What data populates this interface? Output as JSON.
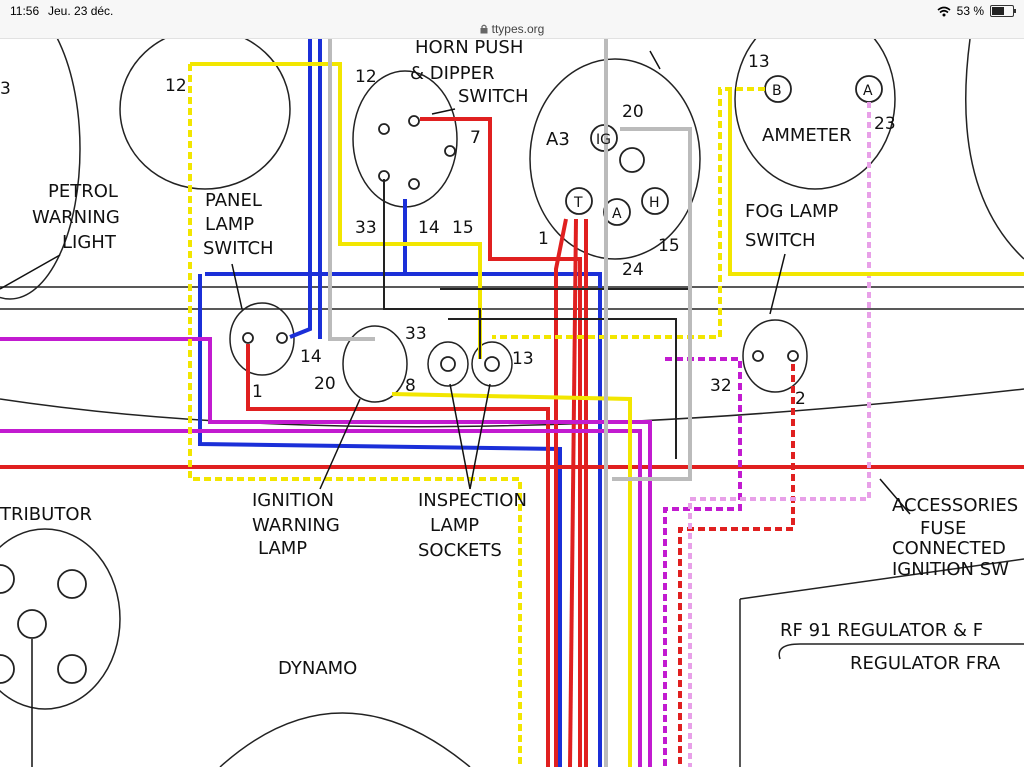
{
  "status": {
    "time": "11:56",
    "date": "Jeu. 23 déc.",
    "battery": "53 %",
    "battery_level": 0.53
  },
  "browser": {
    "url": "ttypes.org"
  },
  "diagram": {
    "labels": {
      "horn_push": "HORN PUSH",
      "dipper_switch": "& DIPPER",
      "switch_word": "SWITCH",
      "petrol": "PETROL",
      "warning": "WARNING",
      "light": "LIGHT",
      "panel": "PANEL",
      "lamp": "LAMP",
      "panel_switch": "SWITCH",
      "ammeter": "AMMETER",
      "fog_lamp": "FOG LAMP",
      "fog_switch": "SWITCH",
      "ignition": "IGNITION",
      "ign_warning": "WARNING",
      "ign_lamp": "LAMP",
      "inspection": "INSPECTION",
      "insp_lamp": "LAMP",
      "sockets": "SOCKETS",
      "accessories": "ACCESSORIES",
      "fuse": "FUSE",
      "connected": "CONNECTED",
      "ignition_sw": "IGNITION SW",
      "distributor": "TRIBUTOR",
      "dynamo": "DYNAMO",
      "regulator_title": "RF 91 REGULATOR & F",
      "regulator_frame": "REGULATOR FRA",
      "a3": "A3",
      "ig": "IG",
      "t": "T",
      "a": "A",
      "h": "H",
      "b": "B",
      "a_amm": "A"
    },
    "numbers": {
      "n12a": "12",
      "n3": "3",
      "n12b": "12",
      "n7": "7",
      "n33a": "33",
      "n14a": "14",
      "n15a": "15",
      "n20": "20",
      "n1a": "1",
      "n15b": "15",
      "n24": "24",
      "n13a": "13",
      "n23": "23",
      "n33b": "33",
      "n13b": "13",
      "n14b": "14",
      "n20b": "20",
      "n8": "8",
      "n1b": "1",
      "n32": "32",
      "n2": "2"
    }
  }
}
